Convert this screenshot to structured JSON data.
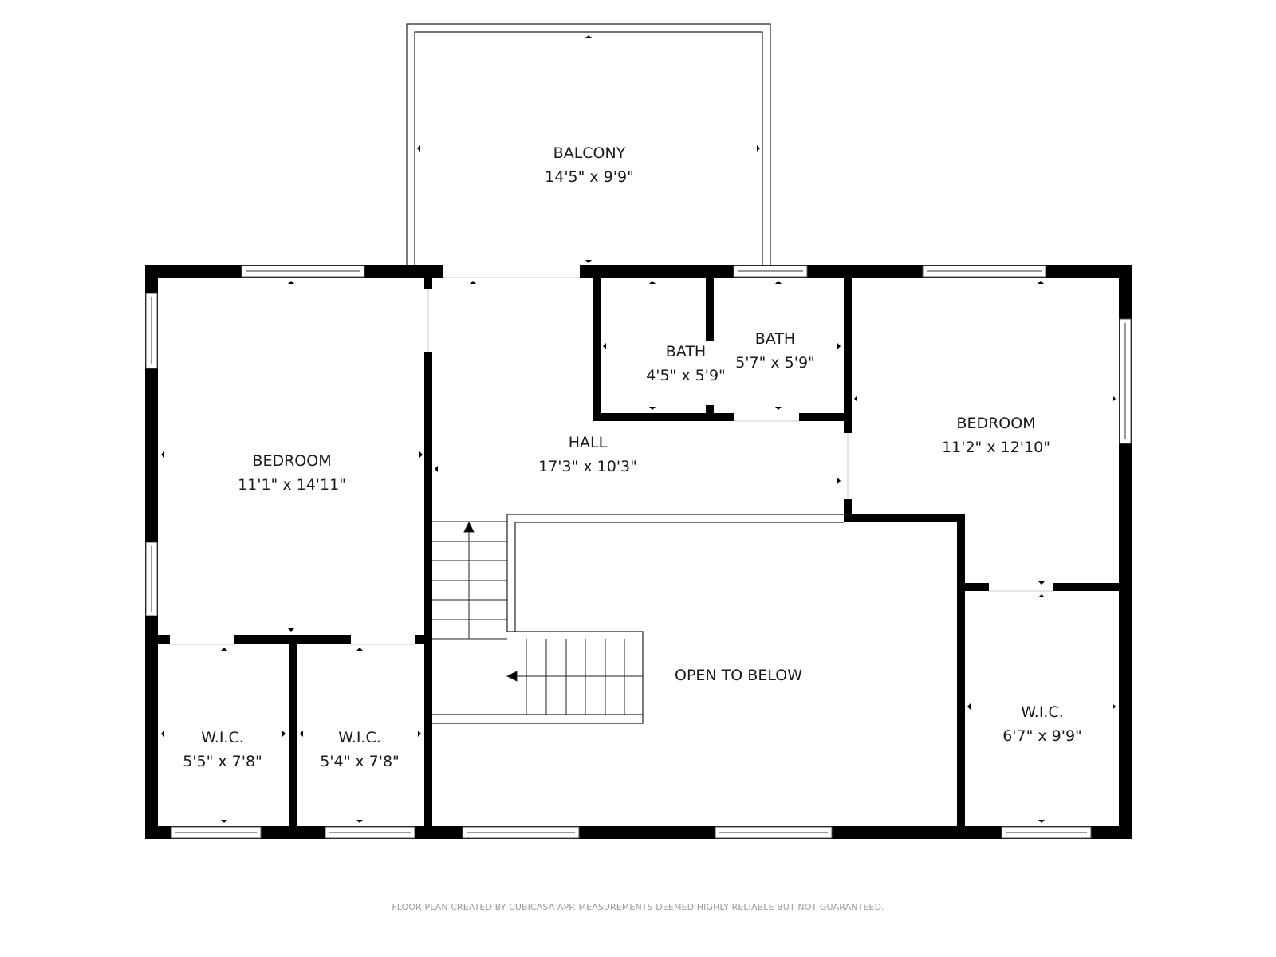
{
  "plan": {
    "type": "floor-plan",
    "rooms": [
      {
        "id": "balcony",
        "name": "BALCONY",
        "dims": "14'5\" x 9'9\""
      },
      {
        "id": "bedroom-left",
        "name": "BEDROOM",
        "dims": "11'1\" x 14'11\""
      },
      {
        "id": "hall",
        "name": "HALL",
        "dims": "17'3\" x 10'3\""
      },
      {
        "id": "bath-small",
        "name": "BATH",
        "dims": "4'5\" x 5'9\""
      },
      {
        "id": "bath-large",
        "name": "BATH",
        "dims": "5'7\" x 5'9\""
      },
      {
        "id": "bedroom-right",
        "name": "BEDROOM",
        "dims": "11'2\" x 12'10\""
      },
      {
        "id": "wic-left",
        "name": "W.I.C.",
        "dims": "5'5\" x 7'8\""
      },
      {
        "id": "wic-middle",
        "name": "W.I.C.",
        "dims": "5'4\" x 7'8\""
      },
      {
        "id": "wic-right",
        "name": "W.I.C.",
        "dims": "6'7\" x 9'9\""
      },
      {
        "id": "open-to-below",
        "name": "OPEN TO BELOW",
        "dims": ""
      }
    ],
    "features": [
      "staircase"
    ],
    "colors": {
      "wall": "#000000",
      "background": "#ffffff",
      "footer_text": "#9a9a9a"
    }
  },
  "footer": {
    "disclaimer": "FLOOR PLAN CREATED BY CUBICASA APP. MEASUREMENTS DEEMED HIGHLY RELIABLE BUT NOT GUARANTEED."
  }
}
